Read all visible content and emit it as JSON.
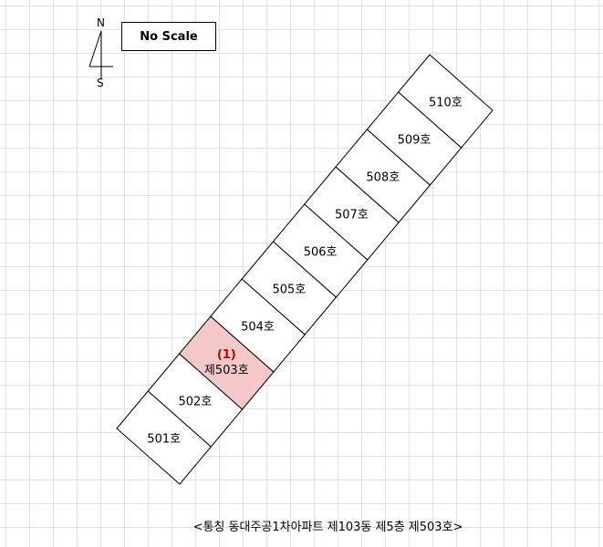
{
  "compass": {
    "north": "N",
    "south": "S"
  },
  "scale_label": "No Scale",
  "units": [
    {
      "label": "501호",
      "highlighted": false
    },
    {
      "label": "502호",
      "highlighted": false
    },
    {
      "label": "제503호",
      "number": "(1)",
      "highlighted": true
    },
    {
      "label": "504호",
      "highlighted": false
    },
    {
      "label": "505호",
      "highlighted": false
    },
    {
      "label": "506호",
      "highlighted": false
    },
    {
      "label": "507호",
      "highlighted": false
    },
    {
      "label": "508호",
      "highlighted": false
    },
    {
      "label": "509호",
      "highlighted": false
    },
    {
      "label": "510호",
      "highlighted": false
    }
  ],
  "colors": {
    "highlight": "#f4c7c9",
    "highlight_number": "#c00000"
  },
  "caption": "<통칭 동대주공1차아파트 제103동 제5층 제503호>"
}
